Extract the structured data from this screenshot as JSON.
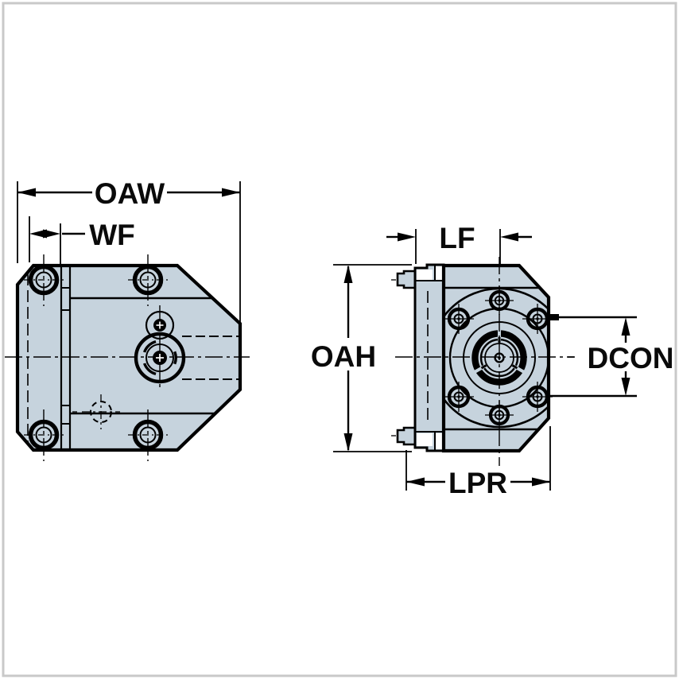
{
  "drawing": {
    "kind": "technical-dimension-drawing",
    "dimension_labels": {
      "oaw": "OAW",
      "wf": "WF",
      "lf": "LF",
      "oah": "OAH",
      "dcon": "DCON",
      "lpr": "LPR"
    },
    "colors": {
      "body_fill": "#c6d3dd",
      "line": "#000000",
      "background": "#ffffff",
      "frame_border": "#c9c9c9"
    }
  }
}
